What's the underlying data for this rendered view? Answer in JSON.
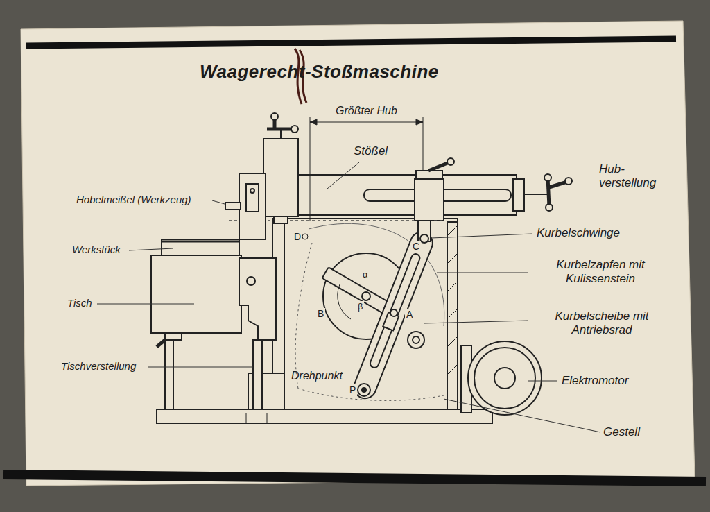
{
  "diagram": {
    "title": "Waagerecht-Stoßmaschine",
    "labels": [
      "Größter Hub",
      "Stößel",
      "Hub- verstellung",
      "Hobelmeißel (Werkzeug)",
      "D",
      "C",
      "Kurbelschwinge",
      "Werkstück",
      "Kurbelzapfen mit Kulissenstein",
      "α",
      "Tisch",
      "B",
      "β",
      "A",
      "Kurbelscheibe mit Antriebsrad",
      "Elektromotor",
      "Tischverstellung",
      "Drehpunkt",
      "P",
      "Gestell"
    ]
  }
}
